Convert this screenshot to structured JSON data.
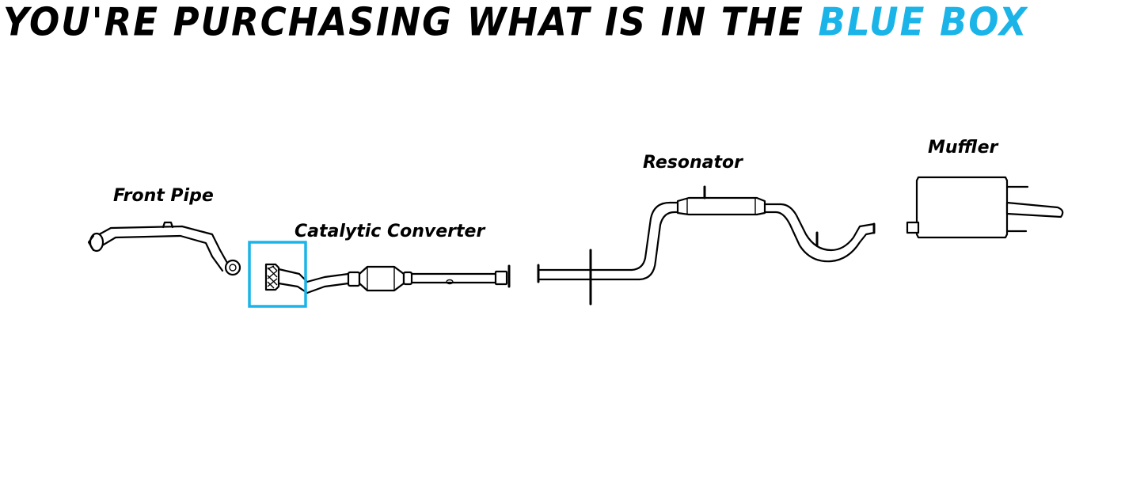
{
  "headline": {
    "prefix": "YOU'RE PURCHASING WHAT IS IN THE ",
    "highlight": "BLUE BOX"
  },
  "labels": {
    "front_pipe": "Front Pipe",
    "catalytic_converter": "Catalytic Converter",
    "resonator": "Resonator",
    "muffler": "Muffler"
  },
  "colors": {
    "accent": "#1ab4e8",
    "text": "#000000",
    "background": "#ffffff",
    "line": "#000000"
  }
}
